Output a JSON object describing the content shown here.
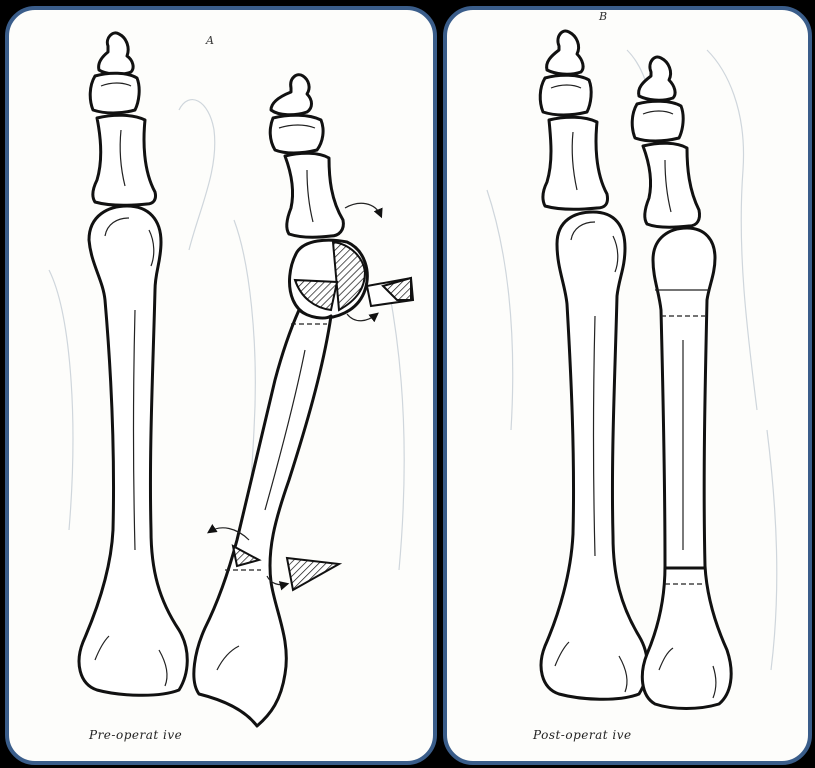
{
  "panels": [
    {
      "letter": "A",
      "caption": "Pre-operat ive"
    },
    {
      "letter": "B",
      "caption": "Post-operat ive"
    }
  ],
  "colors": {
    "background": "#000000",
    "panel": "#fdfdfb",
    "border": "#3a5d8a",
    "ink": "#111111"
  }
}
